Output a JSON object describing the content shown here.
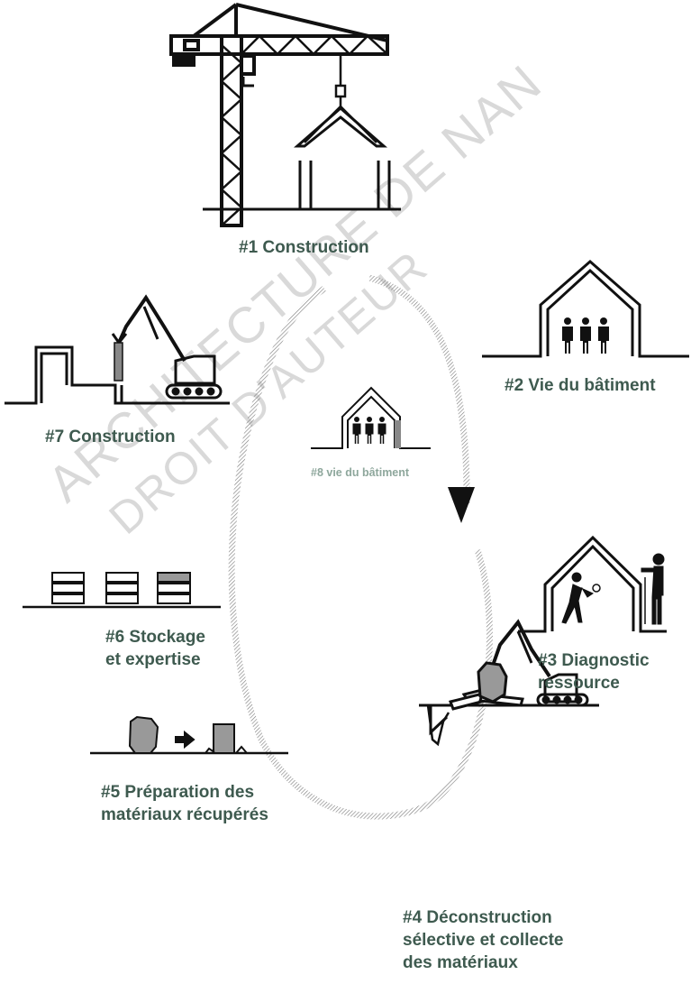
{
  "watermark": {
    "line1": "ARCHITECTURE DE NAN",
    "line2": "DROIT D'AUTEUR"
  },
  "steps": [
    {
      "id": "1",
      "lines": [
        "#1 Construction"
      ]
    },
    {
      "id": "2",
      "lines": [
        "#2 Vie du bâtiment"
      ]
    },
    {
      "id": "3",
      "lines": [
        "#3 Diagnostic",
        "ressource"
      ]
    },
    {
      "id": "4",
      "lines": [
        "#4 Déconstruction",
        "sélective et collecte",
        "des matériaux"
      ]
    },
    {
      "id": "5",
      "lines": [
        "#5 Préparation des",
        "matériaux récupérés"
      ]
    },
    {
      "id": "6",
      "lines": [
        "#6 Stockage",
        "et expertise"
      ]
    },
    {
      "id": "7",
      "lines": [
        "#7 Construction"
      ]
    },
    {
      "id": "8",
      "lines": [
        "#8 vie du bâtiment"
      ]
    }
  ],
  "colors": {
    "label": "#3e5a4f",
    "label_light": "#8ea79c",
    "ink": "#111111",
    "loop": "#8a8a8a",
    "watermark": "#d9d9d9"
  }
}
